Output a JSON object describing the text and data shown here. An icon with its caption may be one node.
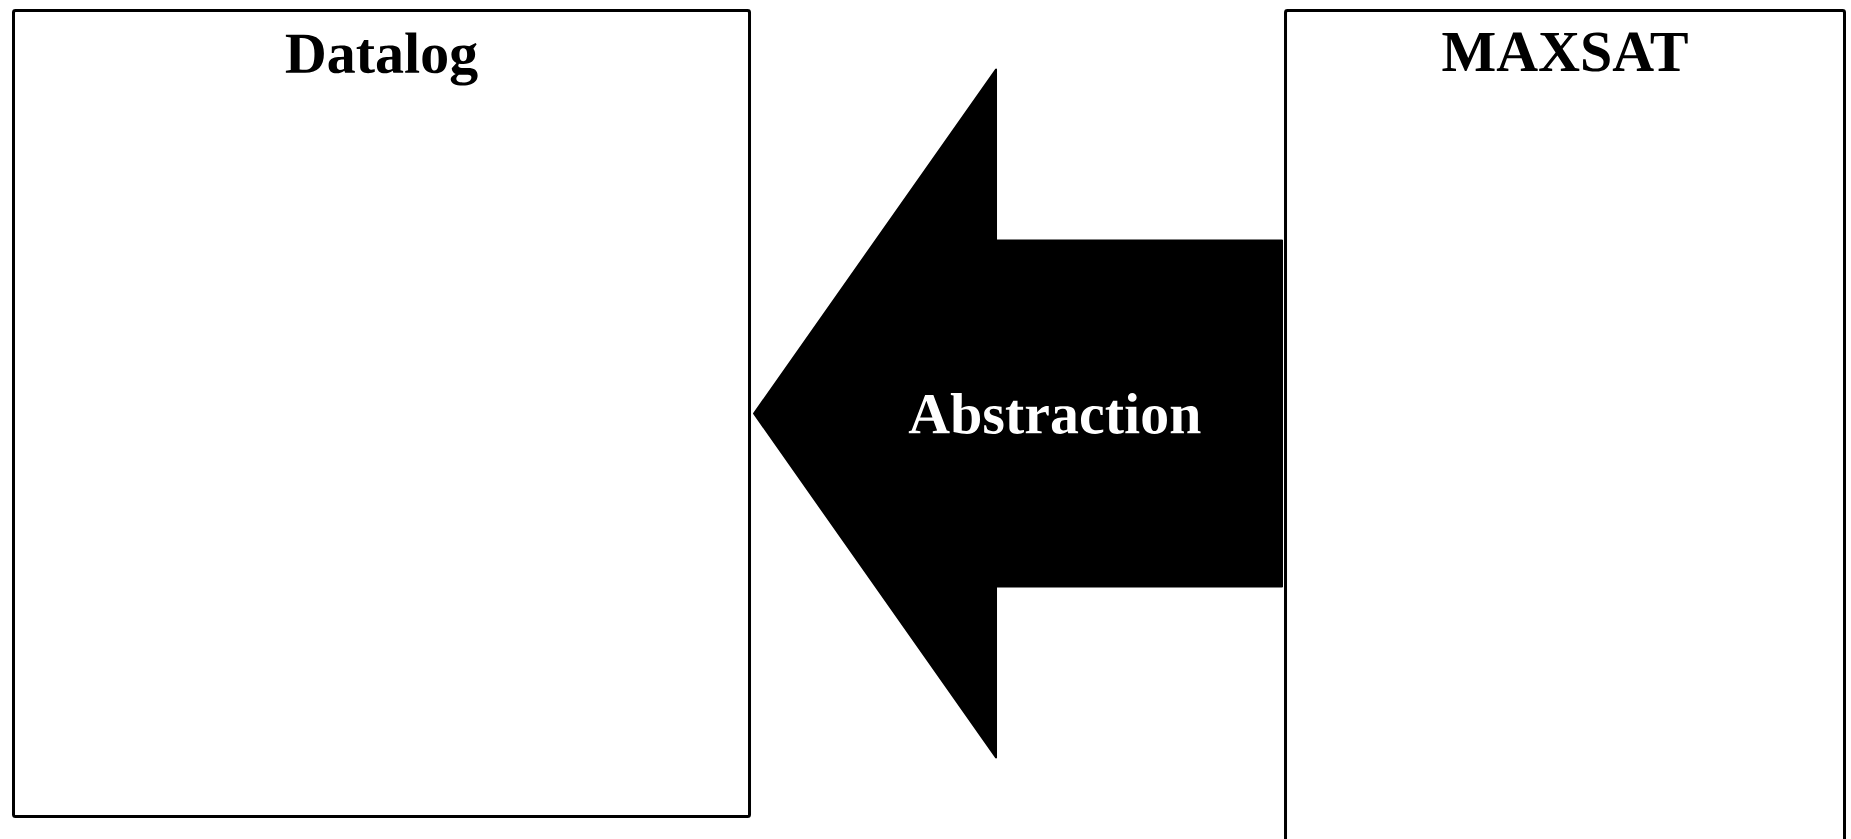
{
  "diagram": {
    "nodes": [
      {
        "text": [
          "Datalog"
        ]
      },
      {
        "text": [
          "MAXSAT"
        ]
      }
    ],
    "edges": [
      {
        "from": 1,
        "to": 0,
        "arrow": "to",
        "label": "Abstraction",
        "style": "thick"
      }
    ]
  }
}
